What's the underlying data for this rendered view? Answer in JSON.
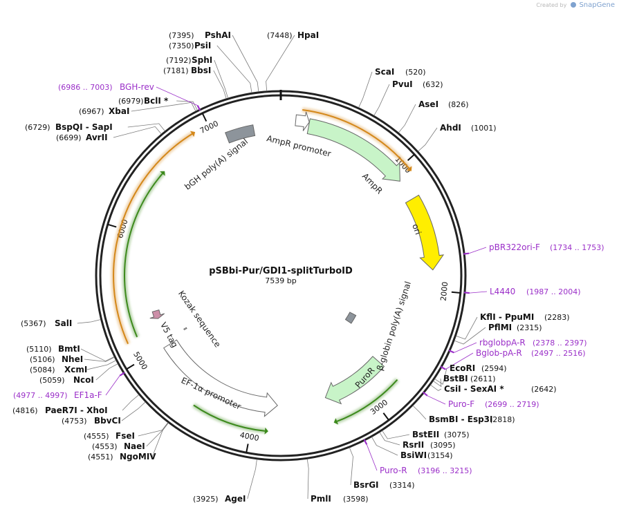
{
  "credit": {
    "created_by": "Created by",
    "brand": "SnapGene"
  },
  "plasmid": {
    "name": "pSBbi-Pur/GDI1-splitTurboID",
    "size_label": "7539 bp",
    "length": 7539
  },
  "colors": {
    "site_text": "#111111",
    "primer": "#9a2ec8",
    "ring": "#222222",
    "leader": "#7a7a7a",
    "ampr": "#c8f4c8",
    "ori": "#ffee00",
    "puro": "#c8f4c8",
    "promoter": "#ffffff",
    "polya": "#8d949b",
    "v5": "#cc8fa8",
    "orf_orange": "#d4881a",
    "orf_green": "#3d8a1d"
  },
  "ticks": [
    {
      "label": "1000",
      "bp": 1000
    },
    {
      "label": "2000",
      "bp": 2000
    },
    {
      "label": "3000",
      "bp": 3000
    },
    {
      "label": "4000",
      "bp": 4000
    },
    {
      "label": "5000",
      "bp": 5000
    },
    {
      "label": "6000",
      "bp": 6000
    },
    {
      "label": "7000",
      "bp": 7000
    }
  ],
  "sites": [
    {
      "pos": "(7395)",
      "name": "PshAI",
      "bp": 7395
    },
    {
      "pos": "(7350)",
      "name": "PsiI",
      "bp": 7350
    },
    {
      "pos": "(7448)",
      "name": "HpaI",
      "bp": 7448
    },
    {
      "pos": "(7192)",
      "name": "SphI",
      "bp": 7192
    },
    {
      "pos": "(7181)",
      "name": "BbsI",
      "bp": 7181
    },
    {
      "pos": "(6979)",
      "name": "BclI *",
      "bp": 6979
    },
    {
      "pos": "(6967)",
      "name": "XbaI",
      "bp": 6967
    },
    {
      "pos": "(6729)",
      "name": "BspQI  -  SapI",
      "bp": 6729
    },
    {
      "pos": "(6699)",
      "name": "AvrII",
      "bp": 6699
    },
    {
      "pos": "(5367)",
      "name": "SalI",
      "bp": 5367
    },
    {
      "pos": "(5110)",
      "name": "BmtI",
      "bp": 5110
    },
    {
      "pos": "(5106)",
      "name": "NheI",
      "bp": 5106
    },
    {
      "pos": "(5084)",
      "name": "XcmI",
      "bp": 5084
    },
    {
      "pos": "(5059)",
      "name": "NcoI",
      "bp": 5059
    },
    {
      "pos": "(4816)",
      "name": "PaeR7I  -  XhoI",
      "bp": 4816
    },
    {
      "pos": "(4753)",
      "name": "BbvCI",
      "bp": 4753
    },
    {
      "pos": "(4555)",
      "name": "FseI",
      "bp": 4555
    },
    {
      "pos": "(4553)",
      "name": "NaeI",
      "bp": 4553
    },
    {
      "pos": "(4551)",
      "name": "NgoMIV",
      "bp": 4551
    },
    {
      "pos": "(3925)",
      "name": "AgeI",
      "bp": 3925
    },
    {
      "pos": "(3598)",
      "name": "PmlI",
      "bp": 3598
    },
    {
      "pos": "(3314)",
      "name": "BsrGI",
      "bp": 3314
    },
    {
      "pos": "(3154)",
      "name": "BsiWI",
      "bp": 3154
    },
    {
      "pos": "(3095)",
      "name": "RsrII",
      "bp": 3095
    },
    {
      "pos": "(3075)",
      "name": "BstEII",
      "bp": 3075
    },
    {
      "pos": "(2818)",
      "name": "BsmBI  -  Esp3I",
      "bp": 2818
    },
    {
      "pos": "(2642)",
      "name": "CsiI  -  SexAI *",
      "bp": 2642
    },
    {
      "pos": "(2611)",
      "name": "BstBI",
      "bp": 2611
    },
    {
      "pos": "(2594)",
      "name": "EcoRI",
      "bp": 2594
    },
    {
      "pos": "(2315)",
      "name": "PflMI",
      "bp": 2315
    },
    {
      "pos": "(2283)",
      "name": "KflI  -  PpuMI",
      "bp": 2283
    },
    {
      "pos": "(1001)",
      "name": "AhdI",
      "bp": 1001
    },
    {
      "pos": "(826)",
      "name": "AseI",
      "bp": 826
    },
    {
      "pos": "(632)",
      "name": "PvuI",
      "bp": 632
    },
    {
      "pos": "(520)",
      "name": "ScaI",
      "bp": 520
    }
  ],
  "primers": [
    {
      "name": "BGH-rev",
      "range": "(6986 .. 7003)",
      "bp": 6994
    },
    {
      "name": "pBR322ori-F",
      "range": "(1734 .. 1753)",
      "bp": 1743
    },
    {
      "name": "L4440",
      "range": "(1987 .. 2004)",
      "bp": 1995
    },
    {
      "name": "rbglobpA-R",
      "range": "(2378 .. 2397)",
      "bp": 2387
    },
    {
      "name": "Bglob-pA-R",
      "range": "(2497 .. 2516)",
      "bp": 2506
    },
    {
      "name": "Puro-F",
      "range": "(2699 .. 2719)",
      "bp": 2709
    },
    {
      "name": "Puro-R",
      "range": "(3196 .. 3215)",
      "bp": 3205
    },
    {
      "name": "EF1a-F",
      "range": "(4977 .. 4997)",
      "bp": 4987
    }
  ],
  "features": [
    {
      "label": "AmpR promoter",
      "start": 115,
      "end": 220
    },
    {
      "label": "AmpR",
      "start": 221,
      "end": 1080
    },
    {
      "label": "ori",
      "start": 1250,
      "end": 1840
    },
    {
      "label": "bGH poly(A) signal",
      "start": 7095,
      "end": 7320
    },
    {
      "label": "β-globin poly(A) signal",
      "start": 2470,
      "end": 2600
    },
    {
      "label": "PuroR",
      "start": 2750,
      "end": 3350
    },
    {
      "label": "EF-1α promoter",
      "start": 3800,
      "end": 4990
    },
    {
      "label": "Kozak sequence",
      "start": 5040,
      "end": 5050
    },
    {
      "label": "V5 tag",
      "start": 5250,
      "end": 5325
    }
  ],
  "orf_arcs": [
    {
      "strand": "forward",
      "color_key": "orf_orange",
      "start": 155,
      "end": 1060
    },
    {
      "strand": "forward",
      "color_key": "orf_green",
      "start": 2760,
      "end": 3340
    },
    {
      "strand": "reverse",
      "color_key": "orf_green",
      "start": 3880,
      "end": 4480
    },
    {
      "strand": "forward",
      "color_key": "orf_orange",
      "start": 5150,
      "end": 6880
    },
    {
      "strand": "forward",
      "color_key": "orf_green",
      "start": 5170,
      "end": 6520
    }
  ]
}
